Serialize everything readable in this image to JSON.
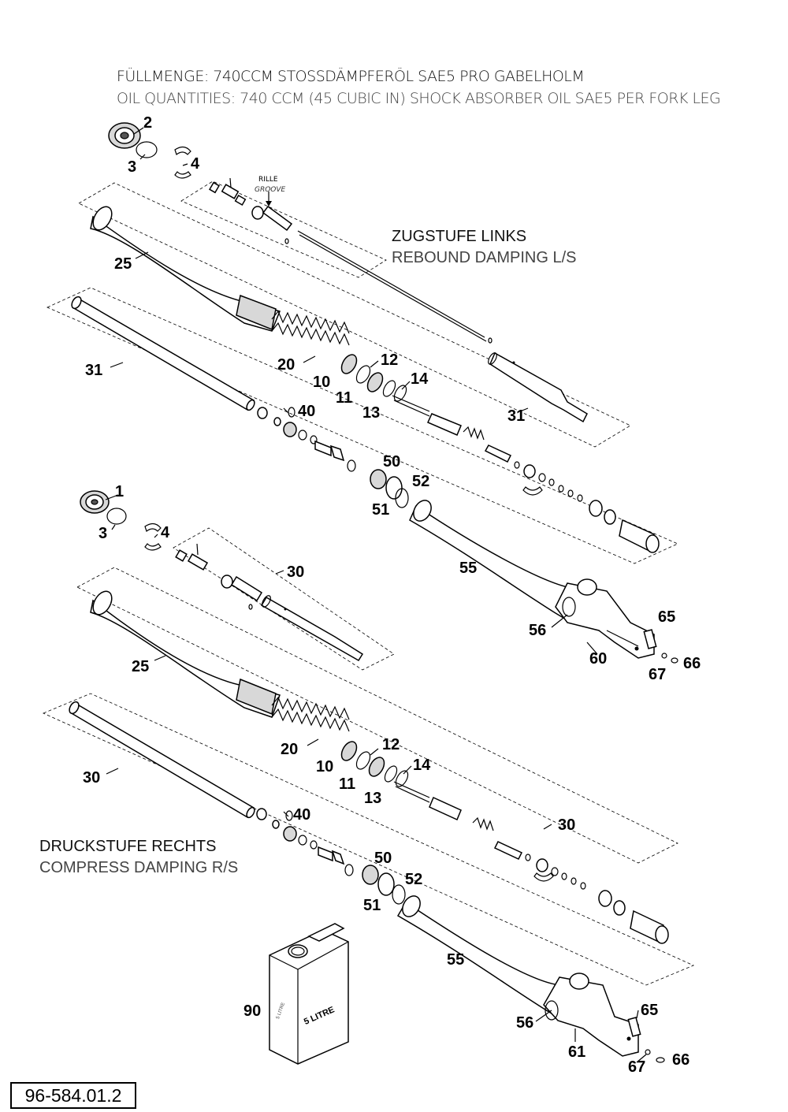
{
  "header": {
    "german": "FÜLLMENGE: 740CCM STOSSDÄMPFERÖL SAE5 PRO GABELHOLM",
    "english": "OIL QUANTITIES: 740 CCM (45 CUBIC IN) SHOCK ABSORBER OIL SAE5 PER FORK LEG"
  },
  "sections": {
    "rebound_de": "ZUGSTUFE LINKS",
    "rebound_en": "REBOUND DAMPING L/S",
    "compress_de": "DRUCKSTUFE RECHTS",
    "compress_en": "COMPRESS DAMPING R/S"
  },
  "groove_label": {
    "de": "RILLE",
    "en": "GROOVE"
  },
  "can": {
    "big": "5 LITRE",
    "small": "5 LITRE"
  },
  "document_number": "96-584.01.2",
  "callouts": {
    "top": [
      {
        "id": "c2",
        "text": "2"
      },
      {
        "id": "c3a",
        "text": "3"
      },
      {
        "id": "c4a",
        "text": "4"
      },
      {
        "id": "c25a",
        "text": "25"
      },
      {
        "id": "c31a",
        "text": "31"
      },
      {
        "id": "c20a",
        "text": "20"
      },
      {
        "id": "c12a",
        "text": "12"
      },
      {
        "id": "c10a",
        "text": "10"
      },
      {
        "id": "c14a",
        "text": "14"
      },
      {
        "id": "c11a",
        "text": "11"
      },
      {
        "id": "c13a",
        "text": "13"
      },
      {
        "id": "c31b",
        "text": "31"
      },
      {
        "id": "c40a",
        "text": "40"
      },
      {
        "id": "c50a",
        "text": "50"
      },
      {
        "id": "c52a",
        "text": "52"
      },
      {
        "id": "c51a",
        "text": "51"
      },
      {
        "id": "c55a",
        "text": "55"
      },
      {
        "id": "c65a",
        "text": "65"
      },
      {
        "id": "c56a",
        "text": "56"
      },
      {
        "id": "c60",
        "text": "60"
      },
      {
        "id": "c67a",
        "text": "67"
      },
      {
        "id": "c66a",
        "text": "66"
      }
    ],
    "bottom": [
      {
        "id": "c1",
        "text": "1"
      },
      {
        "id": "c3b",
        "text": "3"
      },
      {
        "id": "c4b",
        "text": "4"
      },
      {
        "id": "c30a",
        "text": "30"
      },
      {
        "id": "c25b",
        "text": "25"
      },
      {
        "id": "c12b",
        "text": "12"
      },
      {
        "id": "c20b",
        "text": "20"
      },
      {
        "id": "c10b",
        "text": "10"
      },
      {
        "id": "c14b",
        "text": "14"
      },
      {
        "id": "c11b",
        "text": "11"
      },
      {
        "id": "c30b",
        "text": "30"
      },
      {
        "id": "c13b",
        "text": "13"
      },
      {
        "id": "c40b",
        "text": "40"
      },
      {
        "id": "c30c",
        "text": "30"
      },
      {
        "id": "c50b",
        "text": "50"
      },
      {
        "id": "c52b",
        "text": "52"
      },
      {
        "id": "c51b",
        "text": "51"
      },
      {
        "id": "c55b",
        "text": "55"
      },
      {
        "id": "c90",
        "text": "90"
      },
      {
        "id": "c65b",
        "text": "65"
      },
      {
        "id": "c56b",
        "text": "56"
      },
      {
        "id": "c61",
        "text": "61"
      },
      {
        "id": "c67b",
        "text": "67"
      },
      {
        "id": "c66b",
        "text": "66"
      }
    ]
  }
}
